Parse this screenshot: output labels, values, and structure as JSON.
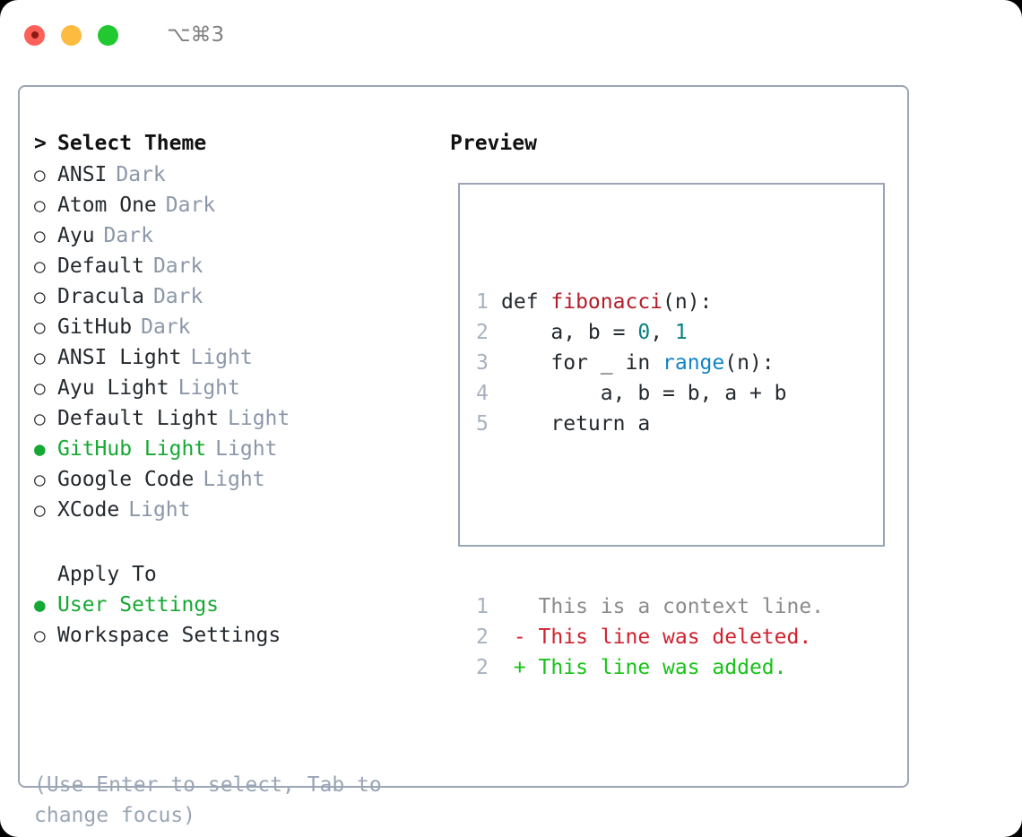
{
  "window": {
    "shortcut": "⌥⌘3",
    "traffic_lights": [
      {
        "name": "close",
        "color": "#fc6058"
      },
      {
        "name": "minimize",
        "color": "#fdbc40"
      },
      {
        "name": "maximize",
        "color": "#21c82f"
      }
    ]
  },
  "theme_picker": {
    "caret": ">",
    "header": "Select Theme",
    "bullet_unselected": "○",
    "bullet_selected": "●",
    "items": [
      {
        "label": "ANSI",
        "tag": "Dark",
        "selected": false
      },
      {
        "label": "Atom One",
        "tag": "Dark",
        "selected": false
      },
      {
        "label": "Ayu",
        "tag": "Dark",
        "selected": false
      },
      {
        "label": "Default",
        "tag": "Dark",
        "selected": false
      },
      {
        "label": "Dracula",
        "tag": "Dark",
        "selected": false
      },
      {
        "label": "GitHub",
        "tag": "Dark",
        "selected": false
      },
      {
        "label": "ANSI Light",
        "tag": "Light",
        "selected": false
      },
      {
        "label": "Ayu Light",
        "tag": "Light",
        "selected": false
      },
      {
        "label": "Default Light",
        "tag": "Light",
        "selected": false
      },
      {
        "label": "GitHub Light",
        "tag": "Light",
        "selected": true
      },
      {
        "label": "Google Code",
        "tag": "Light",
        "selected": false
      },
      {
        "label": "XCode",
        "tag": "Light",
        "selected": false
      }
    ]
  },
  "apply_to": {
    "header": "Apply To",
    "items": [
      {
        "label": "User Settings",
        "selected": true
      },
      {
        "label": "Workspace Settings",
        "selected": false
      }
    ]
  },
  "hint": "(Use Enter to select, Tab to change focus)",
  "preview": {
    "title": "Preview",
    "code_lines": [
      {
        "num": "1",
        "parts": [
          {
            "text": "def ",
            "cls": "ctext"
          },
          {
            "text": "fibonacci",
            "cls": "tok-fn"
          },
          {
            "text": "(n):",
            "cls": "ctext"
          }
        ]
      },
      {
        "num": "2",
        "parts": [
          {
            "text": "    a, b = ",
            "cls": "ctext"
          },
          {
            "text": "0",
            "cls": "tok-num"
          },
          {
            "text": ", ",
            "cls": "ctext"
          },
          {
            "text": "1",
            "cls": "tok-num"
          }
        ]
      },
      {
        "num": "3",
        "parts": [
          {
            "text": "    for _ in ",
            "cls": "ctext"
          },
          {
            "text": "range",
            "cls": "tok-call"
          },
          {
            "text": "(n):",
            "cls": "ctext"
          }
        ]
      },
      {
        "num": "4",
        "parts": [
          {
            "text": "        a, b = b, a + b",
            "cls": "ctext"
          }
        ]
      },
      {
        "num": "5",
        "parts": [
          {
            "text": "    return a",
            "cls": "ctext"
          }
        ]
      }
    ],
    "diff_lines": [
      {
        "num": "1",
        "parts": [
          {
            "text": "   This is a context line.",
            "cls": "tok-ctx"
          }
        ]
      },
      {
        "num": "2",
        "parts": [
          {
            "text": " - This line was deleted.",
            "cls": "tok-del"
          }
        ]
      },
      {
        "num": "2",
        "parts": [
          {
            "text": " + This line was added.",
            "cls": "tok-add"
          }
        ]
      }
    ]
  },
  "colors": {
    "accent_green": "#16a834",
    "border": "#9aa5b5",
    "muted": "#8b97a8",
    "diff_add": "#17c217",
    "diff_del": "#cf222e"
  }
}
